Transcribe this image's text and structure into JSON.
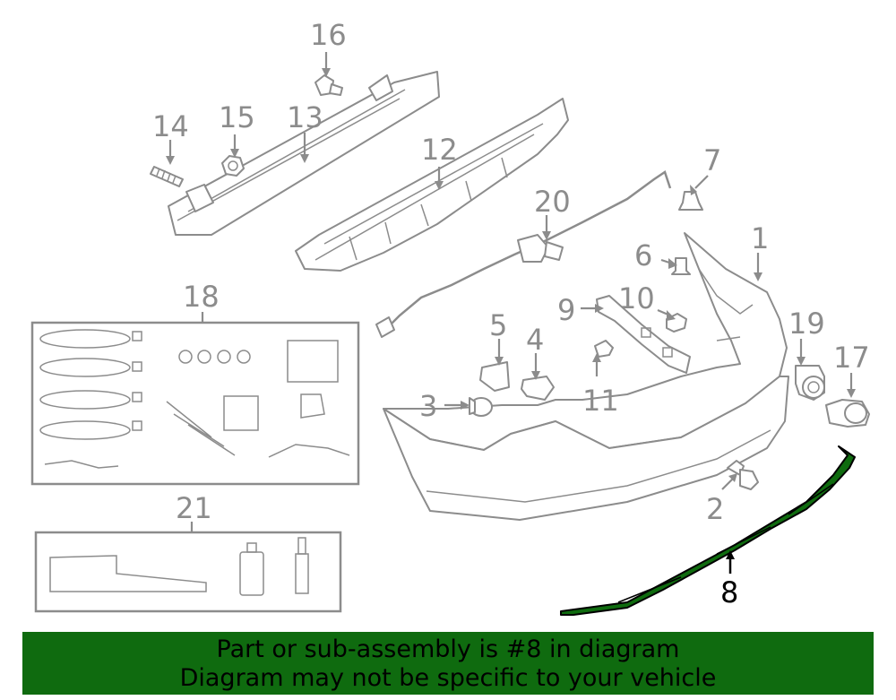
{
  "callouts": {
    "c1": "1",
    "c2": "2",
    "c3": "3",
    "c4": "4",
    "c5": "5",
    "c6": "6",
    "c7": "7",
    "c8": "8",
    "c9": "9",
    "c10": "10",
    "c11": "11",
    "c12": "12",
    "c13": "13",
    "c14": "14",
    "c15": "15",
    "c16": "16",
    "c17": "17",
    "c18": "18",
    "c19": "19",
    "c20": "20",
    "c21": "21"
  },
  "banner": {
    "line1": "Part or sub-assembly is #8 in diagram",
    "line2": "Diagram may not be specific to your vehicle"
  },
  "colors": {
    "highlight": "#0f6b0f",
    "line_art": "#8c8c8c"
  }
}
